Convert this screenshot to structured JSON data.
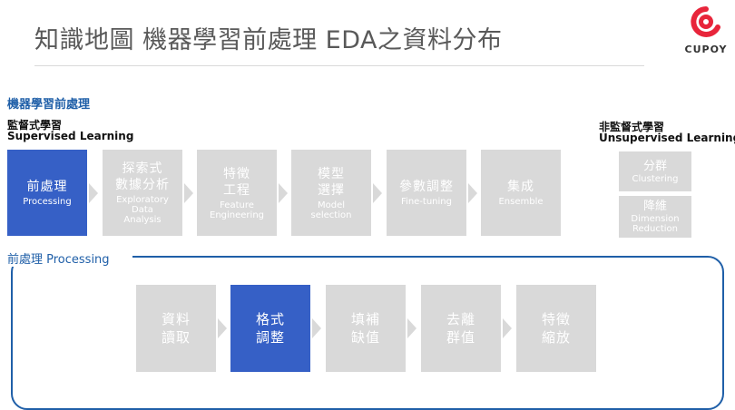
{
  "header": {
    "title": "知識地圖 機器學習前處理 EDA之資料分布",
    "logo_text": "CUPOY"
  },
  "section_title": "機器學習前處理",
  "supervised": {
    "label_cn": "監督式學習",
    "label_en": "Supervised Learning",
    "steps": [
      {
        "cn": "前處理",
        "en": "Processing",
        "active": true
      },
      {
        "cn": "探索式\n數據分析",
        "en": "Exploratory\nData\nAnalysis",
        "active": false
      },
      {
        "cn": "特徵\n工程",
        "en": "Feature\nEngineering",
        "active": false
      },
      {
        "cn": "模型\n選擇",
        "en": "Model\nselection",
        "active": false
      },
      {
        "cn": "參數調整",
        "en": "Fine-tuning",
        "active": false
      },
      {
        "cn": "集成",
        "en": "Ensemble",
        "active": false
      }
    ]
  },
  "unsupervised": {
    "label_cn": "非監督式學習",
    "label_en": "Unsupervised Learning",
    "items": [
      {
        "cn": "分群",
        "en": "Clustering"
      },
      {
        "cn": "降維",
        "en": "Dimension\nReduction"
      }
    ]
  },
  "processing": {
    "label": "前處理 Processing",
    "steps": [
      {
        "cn": "資料\n讀取",
        "active": false
      },
      {
        "cn": "格式\n調整",
        "active": true
      },
      {
        "cn": "填補\n缺值",
        "active": false
      },
      {
        "cn": "去離\n群值",
        "active": false
      },
      {
        "cn": "特徵\n縮放",
        "active": false
      }
    ]
  },
  "colors": {
    "accent": "#3660c6",
    "inactive": "#d9d9d9",
    "frame": "#1f5fa8",
    "logo": "#e8253b"
  }
}
